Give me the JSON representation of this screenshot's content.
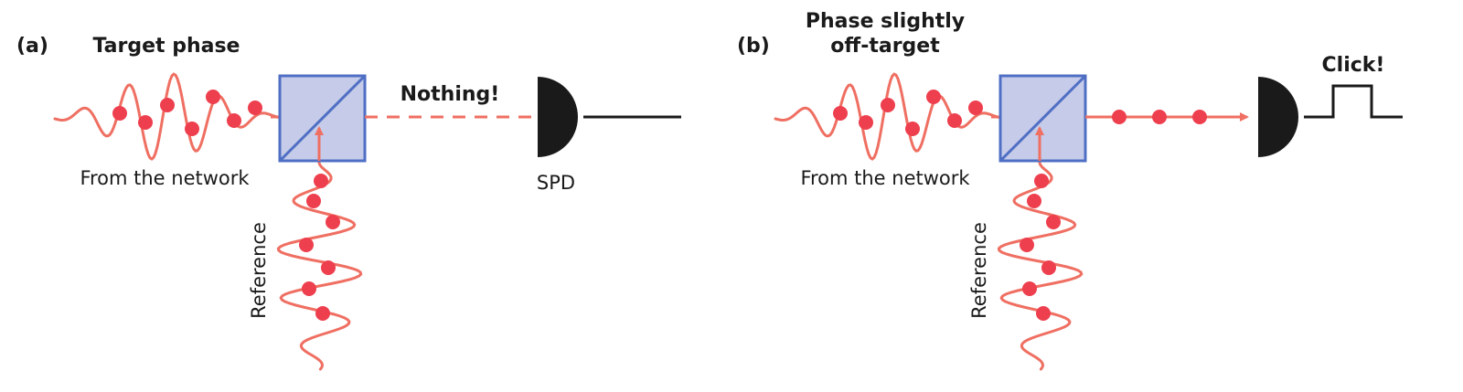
{
  "colors": {
    "wave": "#ef6f62",
    "photon": "#ee3f4e",
    "splitter_fill": "#c6cbe9",
    "splitter_edge": "#4f6fc4",
    "detector": "#1a1a1a",
    "text": "#1a1a1a"
  },
  "panels": [
    {
      "letter": "(a)",
      "title_lines": [
        "Target phase"
      ],
      "network_label": "From the network",
      "reference_label": "Reference",
      "output_note": "Nothing!",
      "detector_label": "SPD",
      "output_state": "dashed-no-photons"
    },
    {
      "letter": "(b)",
      "title_lines": [
        "Phase slightly",
        "off-target"
      ],
      "network_label": "From the network",
      "reference_label": "Reference",
      "output_note": "Click!",
      "detector_label": "",
      "output_state": "photons-to-detector"
    }
  ]
}
